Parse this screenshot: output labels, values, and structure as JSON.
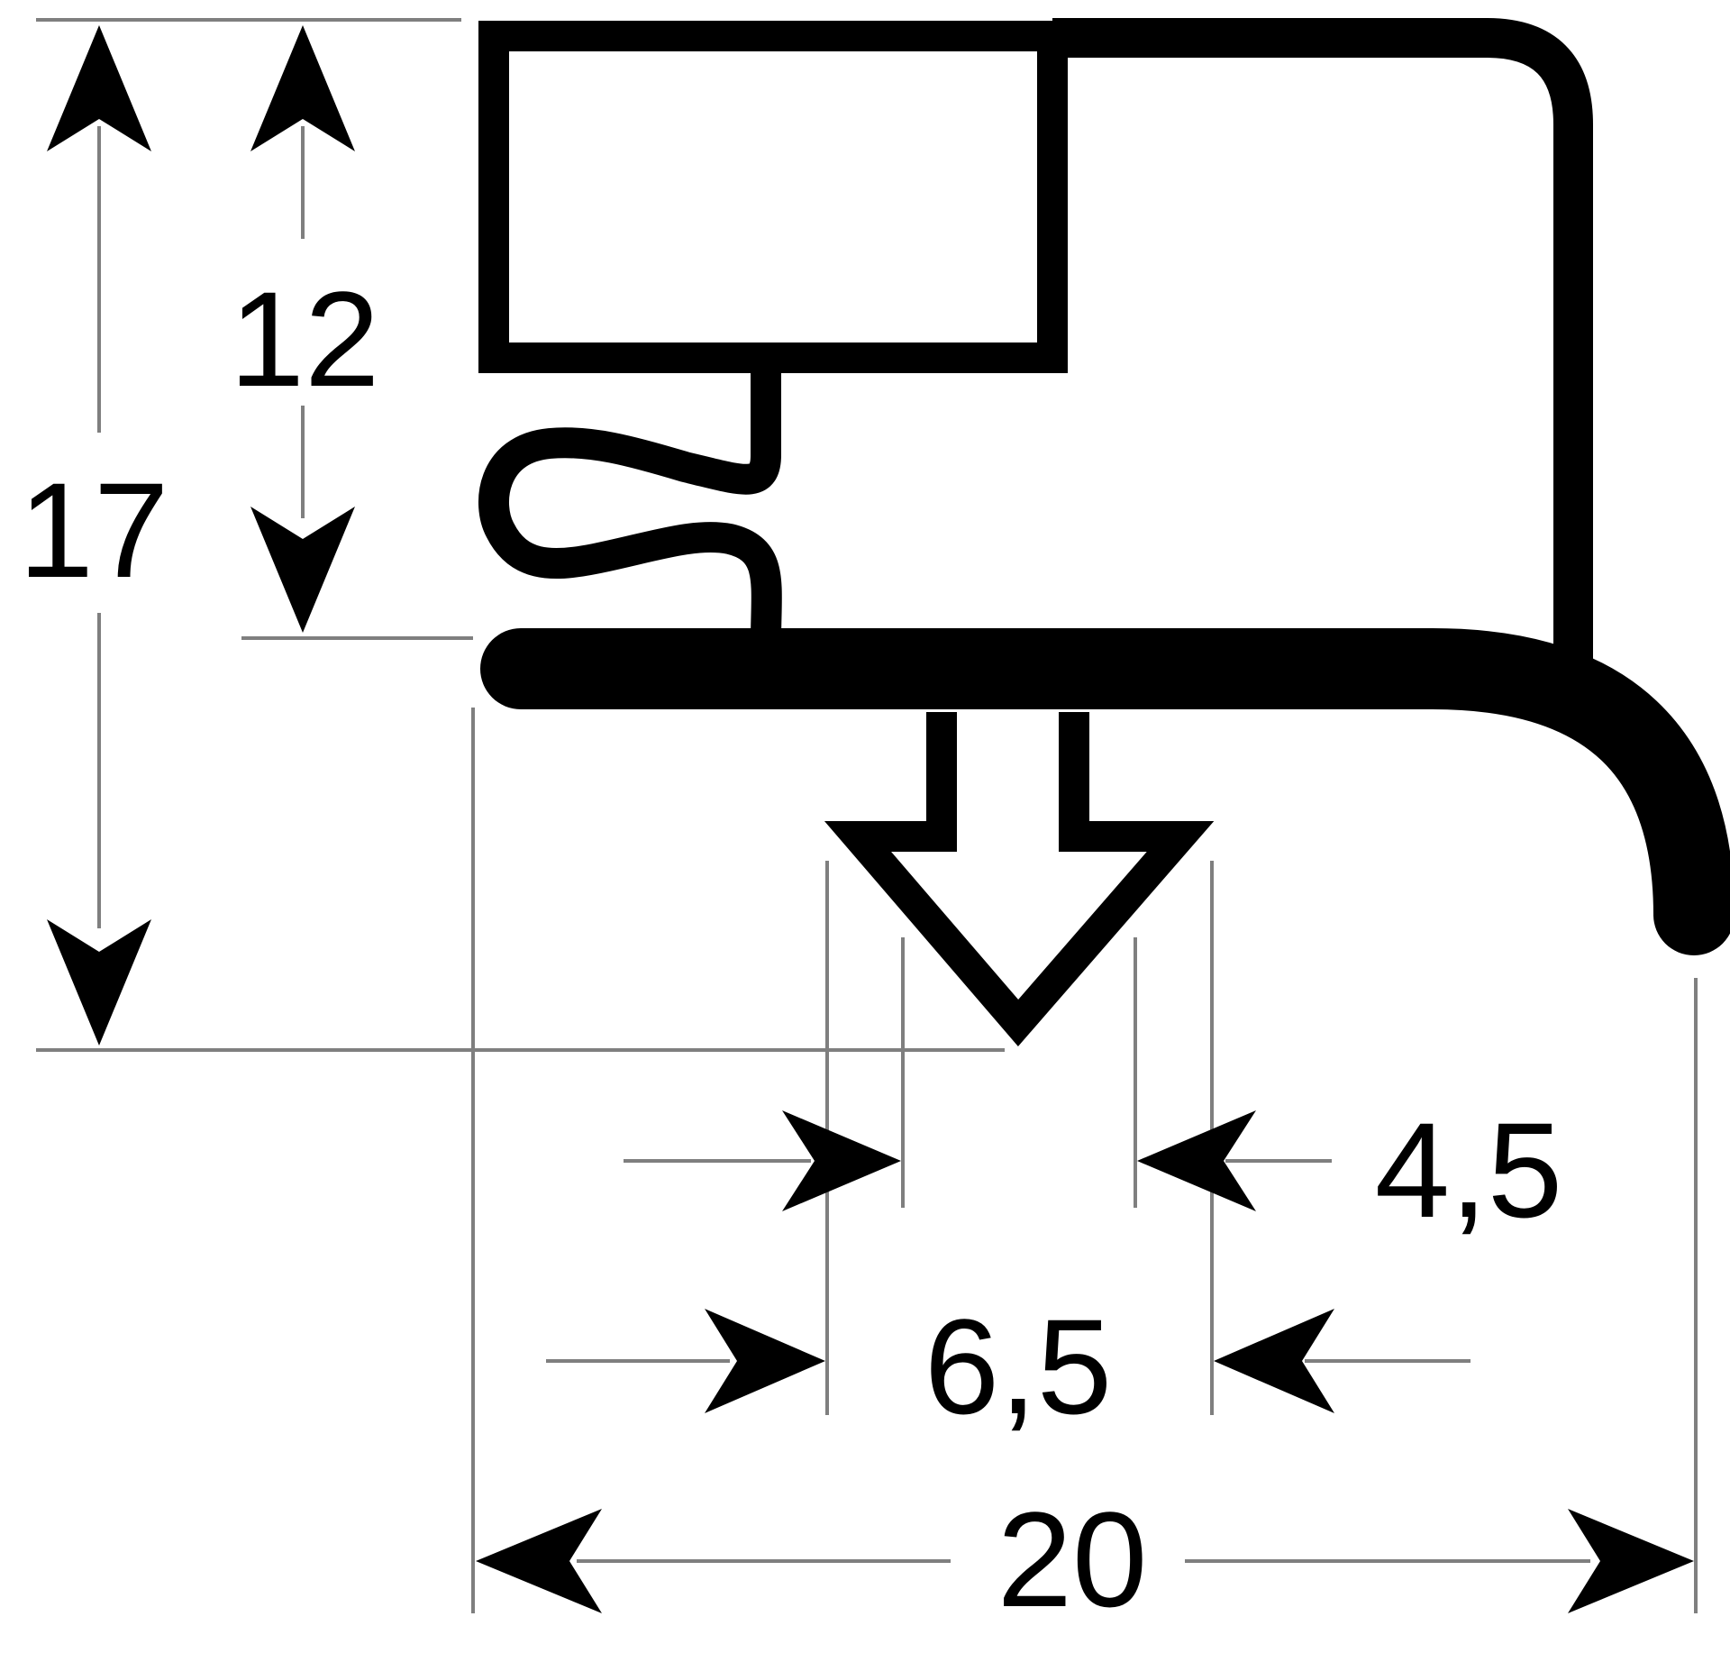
{
  "diagram": {
    "dimensions": {
      "height_total": "17",
      "height_inner": "12",
      "width_total": "20",
      "base_inner_width": "4,5",
      "base_outer_width": "6,5"
    },
    "colors": {
      "profile": "#000000",
      "dimension_line": "#7f7f7f",
      "background": "#ffffff"
    }
  }
}
